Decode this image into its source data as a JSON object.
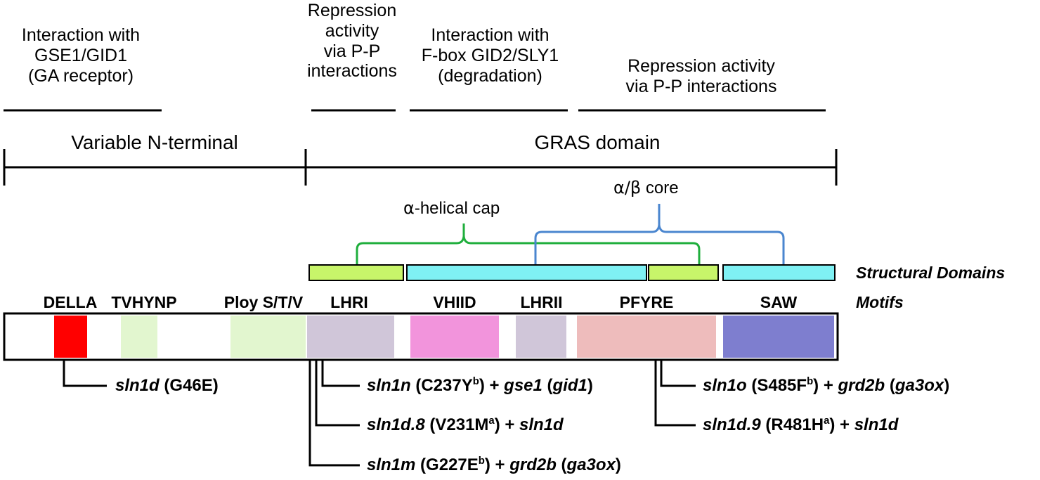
{
  "functions": [
    {
      "line1": "Interaction with",
      "line2": "GSE1/GID1",
      "line3": "(GA receptor)"
    },
    {
      "line1": "Repression",
      "line2": "activity",
      "line3": "via P-P",
      "line4": "interactions"
    },
    {
      "line1": "Interaction with",
      "line2": "F-box GID2/SLY1",
      "line3": "(degradation)"
    },
    {
      "line1": "Repression activity",
      "line2": "via P-P interactions"
    }
  ],
  "regions": {
    "n_terminal": "Variable N-terminal",
    "gras": "GRAS domain"
  },
  "subdomains": {
    "helical_cap": {
      "greek": "α",
      "rest": "-helical cap",
      "color": "#1fae3c"
    },
    "core": {
      "greek": "α/β",
      "rest": " core",
      "color": "#4a86cf"
    }
  },
  "row_labels": {
    "structural": "Structural Domains",
    "motifs": "Motifs"
  },
  "structural_colors": {
    "cap": "#c8f56a",
    "core": "#7ff1f4"
  },
  "motifs": [
    {
      "name": "DELLA",
      "color": "#ff0000"
    },
    {
      "name": "TVHYNP",
      "color": "#e2f6cf"
    },
    {
      "name": "Ploy S/T/V",
      "color": "#e2f6cf"
    },
    {
      "name": "LHRI",
      "color": "#d0c6d9"
    },
    {
      "name": "VHIID",
      "color": "#f294dc"
    },
    {
      "name": "LHRII",
      "color": "#d0c6d9"
    },
    {
      "name": "PFYRE",
      "color": "#eebcbc"
    },
    {
      "name": "SAW",
      "color": "#7e7ecf"
    }
  ],
  "mutations": [
    {
      "allele": "sln1d",
      "change": " (G46E)"
    },
    {
      "allele": "sln1n",
      "change": " (C237Y",
      "sup": "b",
      "plus": ") + ",
      "allele2": "gse1",
      "open": " (",
      "allele3": "gid1",
      "close": ")"
    },
    {
      "allele": "sln1d.8",
      "change": " (V231M",
      "sup": "a",
      "plus": ") + ",
      "allele2": "sln1d"
    },
    {
      "allele": "sln1m",
      "change": " (G227E",
      "sup": "b",
      "plus": ") + ",
      "allele2": "grd2b",
      "open": " (",
      "allele3": "ga3ox",
      "close": ")"
    },
    {
      "allele": "sln1o",
      "change": " (S485F",
      "sup": "b",
      "plus": ") + ",
      "allele2": "grd2b",
      "open": " (",
      "allele3": "ga3ox",
      "close": ")"
    },
    {
      "allele": "sln1d.9",
      "change": " (R481H",
      "sup": "a",
      "plus": ") + ",
      "allele2": "sln1d"
    }
  ]
}
